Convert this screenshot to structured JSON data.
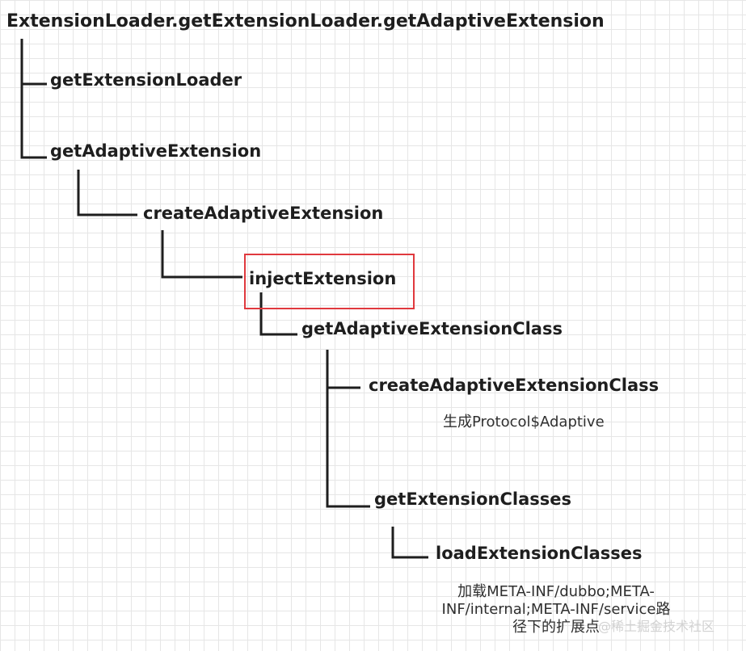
{
  "diagram": {
    "root": "ExtensionLoader.getExtensionLoader.getAdaptiveExtension",
    "nodes": {
      "get_extension_loader": "getExtensionLoader",
      "get_adaptive_extension": "getAdaptiveExtension",
      "create_adaptive_extension": "createAdaptiveExtension",
      "inject_extension": "injectExtension",
      "get_adaptive_extension_class": "getAdaptiveExtensionClass",
      "create_adaptive_extension_class": "createAdaptiveExtensionClass",
      "get_extension_classes": "getExtensionClasses",
      "load_extension_classes": "loadExtensionClasses"
    },
    "notes": {
      "create_adaptive_extension_class": "生成Protocol$Adaptive",
      "load_extension_classes_line1": "加载META-INF/dubbo;META-",
      "load_extension_classes_line2": "INF/internal;META-INF/service路",
      "load_extension_classes_line3": "径下的扩展点"
    },
    "highlighted_node": "injectExtension",
    "colors": {
      "highlight_border": "#e0393e",
      "line": "#1e1e1e"
    }
  },
  "watermark": "@稀土掘金技术社区"
}
